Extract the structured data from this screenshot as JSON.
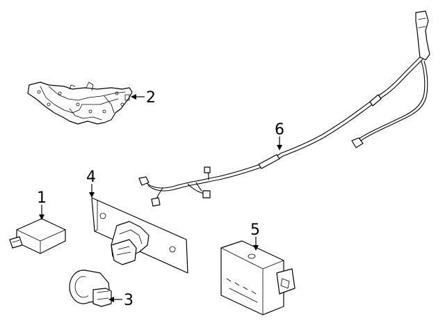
{
  "callouts": [
    {
      "label": "1"
    },
    {
      "label": "2"
    },
    {
      "label": "3"
    },
    {
      "label": "4"
    },
    {
      "label": "5"
    },
    {
      "label": "6"
    }
  ],
  "colors": {
    "line": "#000000",
    "background": "#ffffff"
  }
}
